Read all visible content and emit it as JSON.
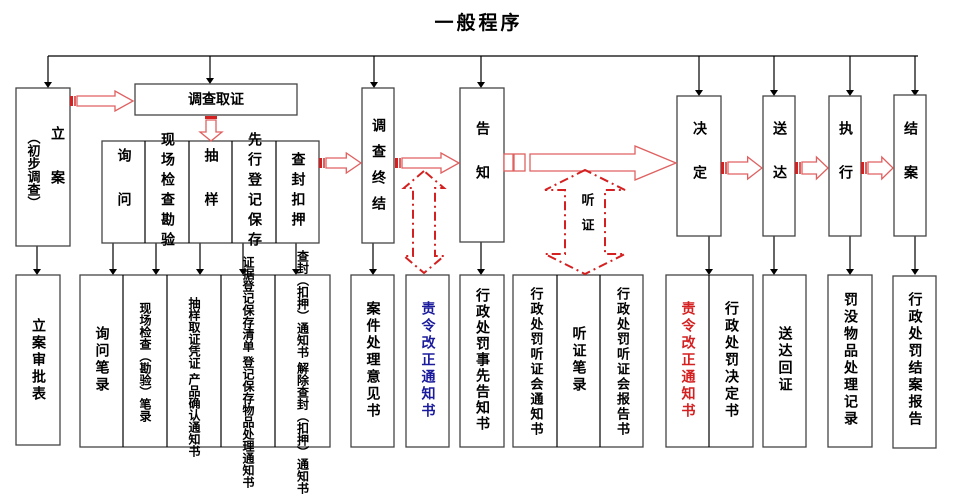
{
  "title": "一般程序",
  "colors": {
    "arrow": "#e06060",
    "dash": "#d42020",
    "blue_text": "#1a1a9c",
    "red_text": "#d42020"
  },
  "top_stages": {
    "lian": {
      "text": "立案",
      "sub": "（初步调查）"
    },
    "diaocha_quzheng": "调查取证",
    "sub_steps": [
      "询问",
      "现场检查勘验",
      "抽样",
      "先行登记保存",
      "查封扣押"
    ],
    "diaocha_zhongjie": "调查终结",
    "gaozhi": "告知",
    "tingzheng": "听证",
    "jueding": "决定",
    "songda": "送达",
    "zhixing": "执行",
    "jiean": "结案"
  },
  "documents": [
    "立案审批表",
    "询问笔录",
    "现场检查（勘验）笔录",
    "抽样取证凭证",
    "产品确认通知书",
    "证据登记保存清单",
    "登记保存物品处理通知书",
    "查封（扣押）通知书",
    "解除查封（扣押）通知书",
    "案件处理意见书",
    "责令改正通知书",
    "行政处罚事先告知书",
    "行政处罚听证会通知书",
    "听证笔录",
    "行政处罚听证会报告书",
    "责令改正通知书",
    "行政处罚决定书",
    "送达回证",
    "罚没物品处理记录",
    "行政处罚结案报告"
  ]
}
